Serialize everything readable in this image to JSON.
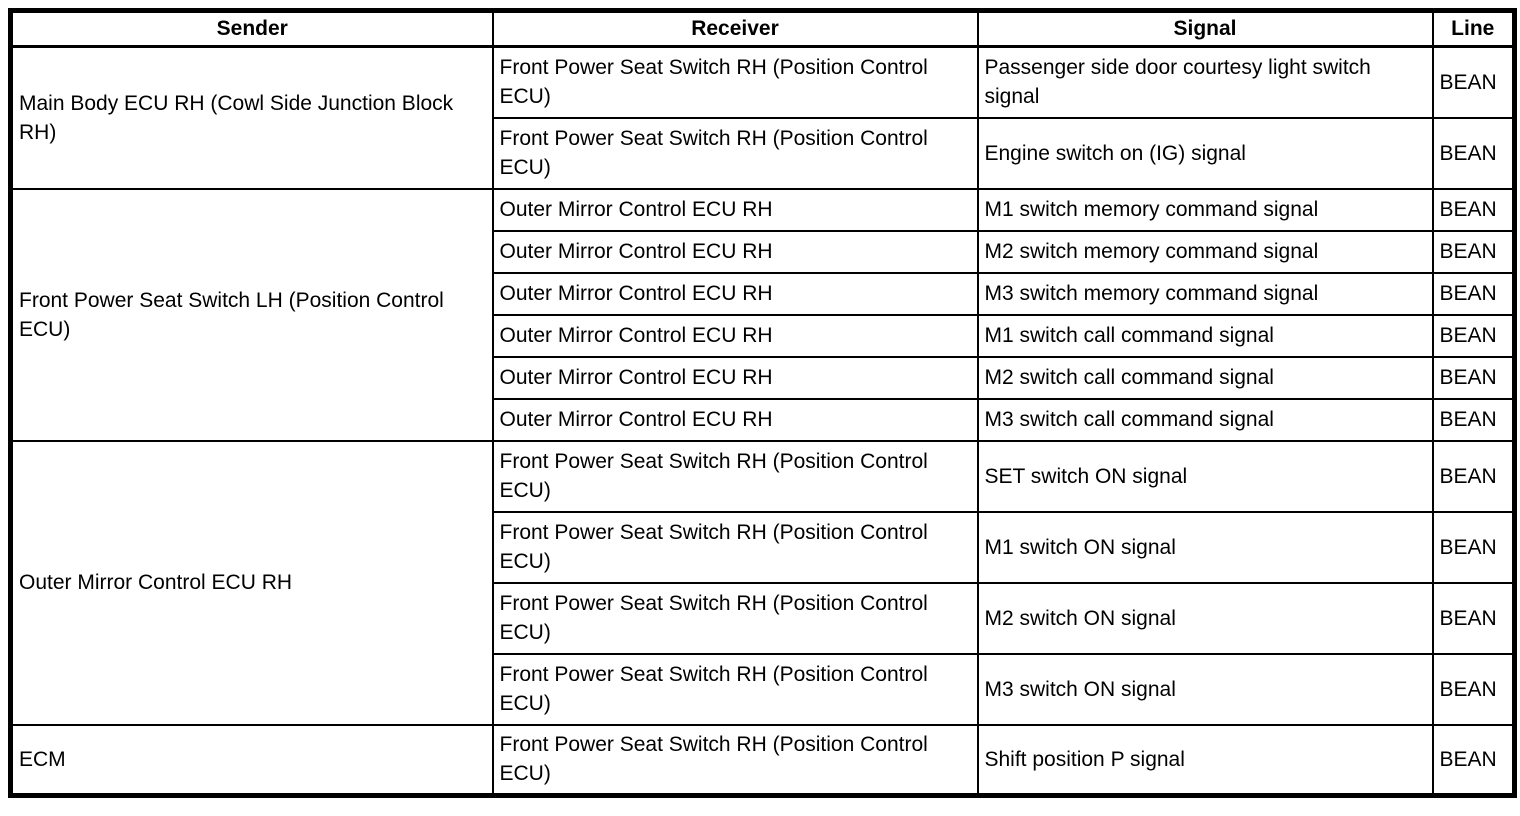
{
  "table": {
    "columns": [
      "Sender",
      "Receiver",
      "Signal",
      "Line"
    ],
    "groups": [
      {
        "sender": "Main Body ECU RH (Cowl Side Junction Block RH)",
        "rows": [
          {
            "receiver": "Front Power Seat Switch RH (Position Control ECU)",
            "signal": "Passenger side door courtesy light switch signal",
            "line": "BEAN"
          },
          {
            "receiver": "Front Power Seat Switch RH (Position Control ECU)",
            "signal": "Engine switch on (IG) signal",
            "line": "BEAN"
          }
        ]
      },
      {
        "sender": "Front Power Seat Switch LH (Position Control ECU)",
        "rows": [
          {
            "receiver": "Outer Mirror Control ECU RH",
            "signal": "M1 switch memory command signal",
            "line": "BEAN"
          },
          {
            "receiver": "Outer Mirror Control ECU RH",
            "signal": "M2 switch memory command signal",
            "line": "BEAN"
          },
          {
            "receiver": "Outer Mirror Control ECU RH",
            "signal": "M3 switch memory command signal",
            "line": "BEAN"
          },
          {
            "receiver": "Outer Mirror Control ECU RH",
            "signal": "M1 switch call command signal",
            "line": "BEAN"
          },
          {
            "receiver": "Outer Mirror Control ECU RH",
            "signal": "M2 switch call command signal",
            "line": "BEAN"
          },
          {
            "receiver": "Outer Mirror Control ECU RH",
            "signal": "M3 switch call command signal",
            "line": "BEAN"
          }
        ]
      },
      {
        "sender": "Outer Mirror Control ECU RH",
        "rows": [
          {
            "receiver": "Front Power Seat Switch RH (Position Control ECU)",
            "signal": "SET switch ON signal",
            "line": "BEAN"
          },
          {
            "receiver": "Front Power Seat Switch RH (Position Control ECU)",
            "signal": "M1 switch ON signal",
            "line": "BEAN"
          },
          {
            "receiver": "Front Power Seat Switch RH (Position Control ECU)",
            "signal": "M2 switch ON signal",
            "line": "BEAN"
          },
          {
            "receiver": "Front Power Seat Switch RH (Position Control ECU)",
            "signal": "M3 switch ON signal",
            "line": "BEAN"
          }
        ]
      },
      {
        "sender": "ECM",
        "rows": [
          {
            "receiver": "Front Power Seat Switch RH (Position Control ECU)",
            "signal": "Shift position P signal",
            "line": "BEAN"
          }
        ]
      }
    ],
    "colors": {
      "border": "#000000",
      "background": "#ffffff",
      "text": "#000000"
    }
  }
}
